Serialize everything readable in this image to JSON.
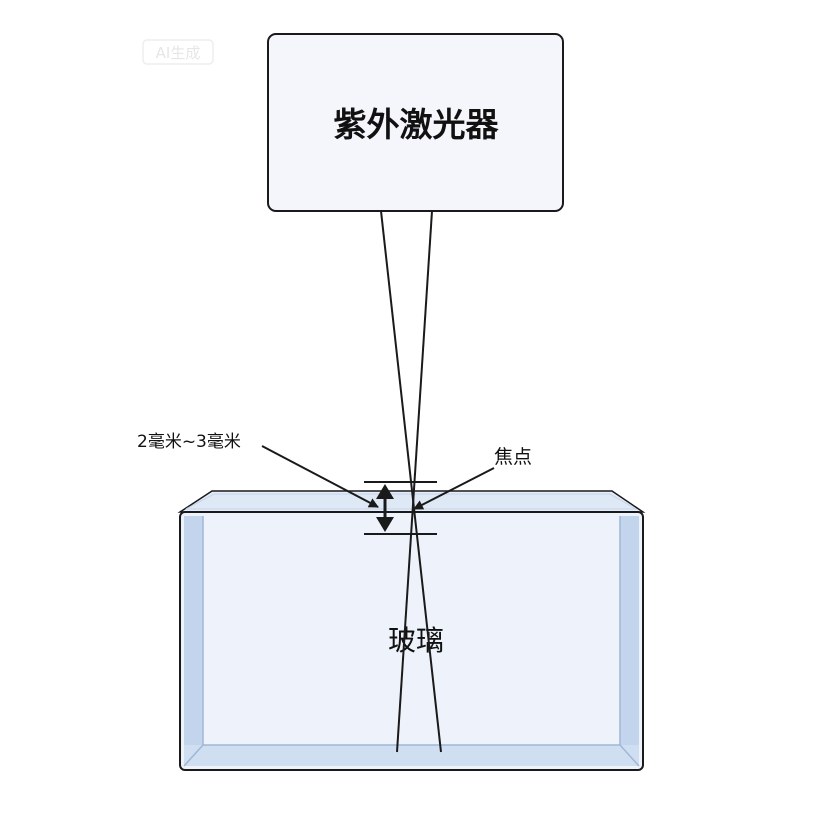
{
  "watermark": "AI生成",
  "laser": {
    "label": "紫外激光器"
  },
  "glass": {
    "label": "玻璃"
  },
  "annotations": {
    "range": "2毫米~3毫米",
    "focus": "焦点"
  },
  "colors": {
    "stroke": "#1a1a1a",
    "laser_fill": "#f4f6fc",
    "glass_fill": "#eef3fb",
    "glass_edge": "#b9cde6"
  }
}
